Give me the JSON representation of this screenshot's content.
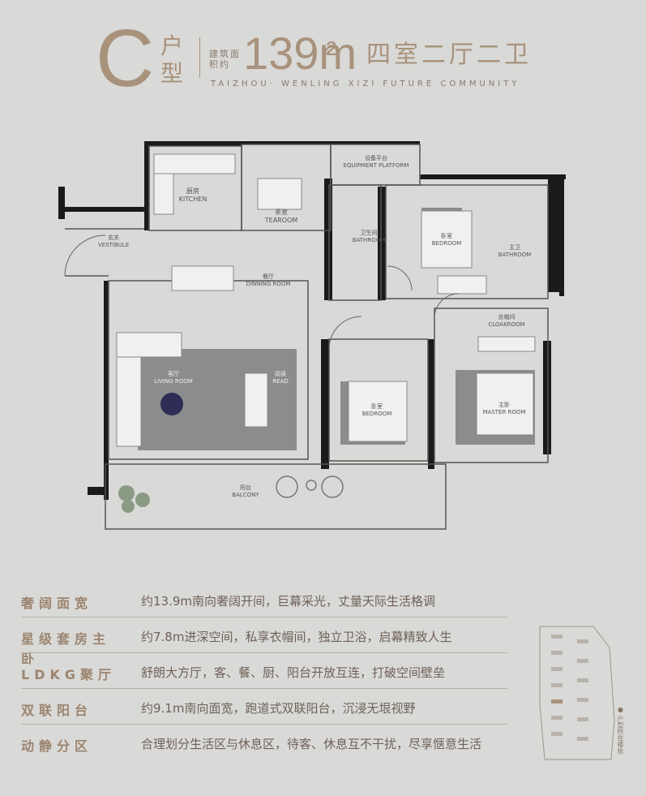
{
  "header": {
    "unit_letter": "C",
    "unit_suffix": "户型",
    "area_label": "建筑面积约",
    "area_value": "139m",
    "area_unit": "²",
    "layout_type": "四室二厅二卫",
    "project_name": "TAIZHOU· WENLING XIZI FUTURE COMMUNITY"
  },
  "rooms": {
    "kitchen": {
      "cn": "厨房",
      "en": "KITCHEN"
    },
    "tearoom": {
      "cn": "茶室",
      "en": "TEAROOM"
    },
    "equipment": {
      "cn": "设备平台",
      "en": "EQUIPMENT PLATFORM"
    },
    "bath1": {
      "cn": "卫生间",
      "en": "BATHROOM"
    },
    "bedroom1": {
      "cn": "卧室",
      "en": "BEDROOM"
    },
    "bath2": {
      "cn": "主卫",
      "en": "BATHROOM"
    },
    "vestibule": {
      "cn": "玄关",
      "en": "VESTIBULE"
    },
    "dining": {
      "cn": "餐厅",
      "en": "DINNING ROOM"
    },
    "cloakroom": {
      "cn": "衣帽间",
      "en": "CLOAKROOM"
    },
    "living": {
      "cn": "客厅",
      "en": "LIVING ROOM"
    },
    "read": {
      "cn": "阅读",
      "en": "READ"
    },
    "bedroom2": {
      "cn": "卧室",
      "en": "BEDROOM"
    },
    "master": {
      "cn": "主卧",
      "en": "MASTER ROOM"
    },
    "balcony": {
      "cn": "阳台",
      "en": "BALCONY"
    }
  },
  "features": [
    {
      "title": "奢阔面宽",
      "desc": "约13.9m南向奢阔开间，巨幕采光，丈量天际生活格调"
    },
    {
      "title": "星级套房主卧",
      "desc": "约7.8m进深空间，私享衣帽间，独立卫浴，启幕精致人生"
    },
    {
      "title": "LDKG聚厅",
      "desc": "舒朗大方厅，客、餐、厨、阳台开放互连，打破空间壁垒"
    },
    {
      "title": "双联阳台",
      "desc": "约9.1m南向面宽，跑道式双联阳台，沉浸无垠视野"
    },
    {
      "title": "动静分区",
      "desc": "合理划分生活区与休息区，待客、休息互不干扰，尽享惬意生活"
    }
  ],
  "keymap": {
    "label": "● 户型所在楼栋"
  },
  "colors": {
    "accent": "#a8927c",
    "wall": "#1a1a1a",
    "floor": "#d9d9d7",
    "rug": "#8c8c8c",
    "text": "#6f6258"
  }
}
